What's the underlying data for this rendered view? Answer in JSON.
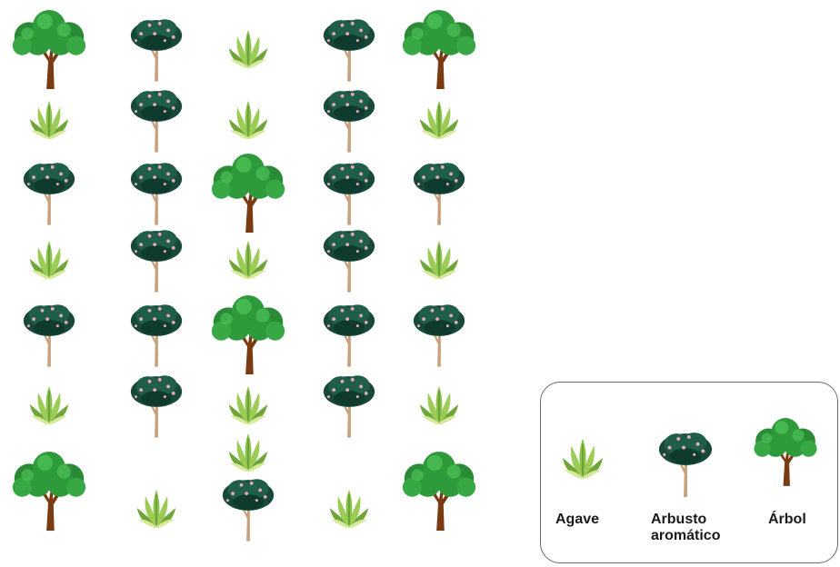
{
  "legend": {
    "items": [
      {
        "type": "agave",
        "label": "Agave"
      },
      {
        "type": "arbusto",
        "label": "Arbusto aromático"
      },
      {
        "type": "arbol",
        "label": "Árbol"
      }
    ]
  },
  "grid": {
    "rows": [
      [
        "arbol",
        "arbusto",
        "agave",
        "arbusto",
        "arbol"
      ],
      [
        "agave",
        "arbusto",
        "agave",
        "arbusto",
        "agave"
      ],
      [
        "arbusto",
        "arbusto",
        "arbol",
        "arbusto",
        "arbusto"
      ],
      [
        "agave",
        "arbusto",
        "agave",
        "arbusto",
        "agave"
      ],
      [
        "arbusto",
        "arbusto",
        "arbol",
        "arbusto",
        "arbusto"
      ],
      [
        "agave",
        "arbusto",
        "agave",
        "arbusto",
        "agave"
      ],
      [
        "arbol",
        "agave",
        "arbusto",
        "agave",
        "arbol"
      ]
    ]
  },
  "colors": {
    "tree_canopy": "#2f9a3c",
    "tree_trunk": "#7a3b12",
    "shrub_canopy": "#17483a",
    "shrub_flowers": "#e9a7c7",
    "agave_leaf": "#8bc34a",
    "legend_border": "#6b6b6b"
  }
}
